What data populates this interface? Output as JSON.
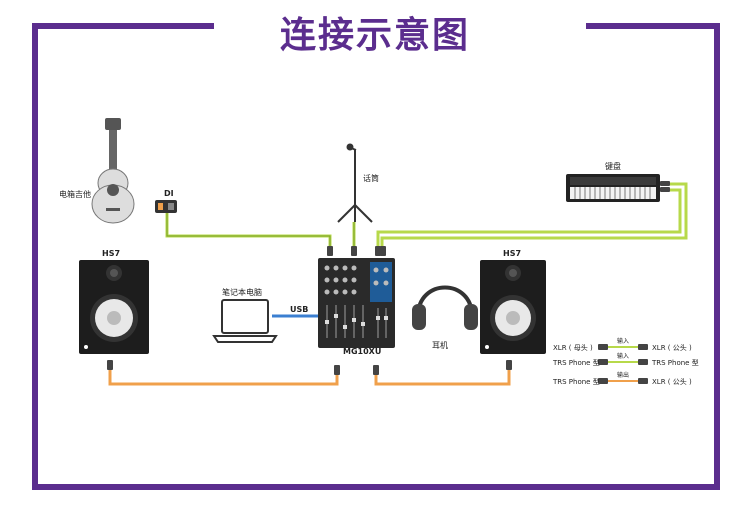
{
  "title": "连接示意图",
  "labels": {
    "guitar": "电箱吉他",
    "di": "DI",
    "mic": "话筒",
    "keyboard": "键盘",
    "monitor_left": "HS7",
    "monitor_right": "HS7",
    "laptop": "笔记本电脑",
    "usb": "USB",
    "mixer": "MG10XU",
    "headphones": "耳机"
  },
  "legend": [
    {
      "left": "XLR ( 母头 )",
      "mid": "输入",
      "right": "XLR ( 公头 )"
    },
    {
      "left": "TRS Phone 型",
      "mid": "输入",
      "right": "TRS Phone 型"
    },
    {
      "left": "TRS Phone 型",
      "mid": "输出",
      "right": "XLR ( 公头 )"
    }
  ],
  "colors": {
    "frame": "#5b2d8e",
    "input_cable": "#b7d94a",
    "output_cable": "#f0a04b",
    "usb_cable": "#3b7fd1"
  }
}
